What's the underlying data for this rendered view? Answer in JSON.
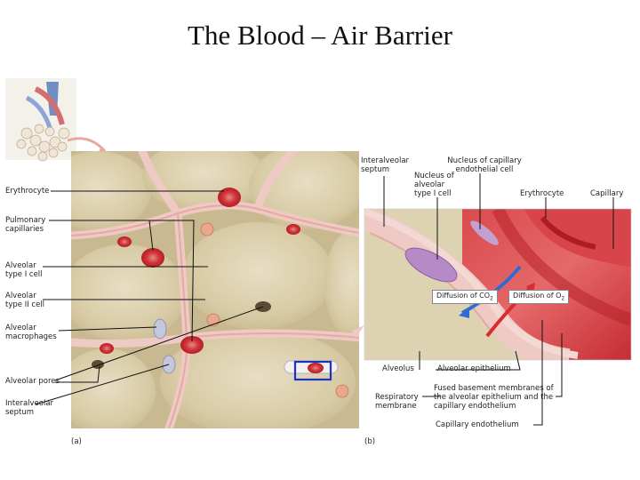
{
  "title": "The Blood – Air Barrier",
  "panel_a": {
    "label": "(a)",
    "labels": {
      "erythrocyte": "Erythrocyte",
      "pulmonary_capillaries": "Pulmonary capillaries",
      "type1": "Alveolar type I cell",
      "type2": "Alveolar type II cell",
      "macrophages": "Alveolar macrophages",
      "pores": "Alveolar pores",
      "septum": "Interalveolar septum"
    }
  },
  "panel_b": {
    "label": "(b)",
    "labels": {
      "interalveolar_septum": "Interalveolar septum",
      "nucleus_capillary": "Nucleus of capillary endothelial cell",
      "nucleus_alveolar": "Nucleus of alveolar type I cell",
      "erythrocyte": "Erythrocyte",
      "capillary": "Capillary",
      "diffusion_co2": "Diffusion of CO",
      "diffusion_o2": "Diffusion of O",
      "sub2": "2",
      "alveolus": "Alveolus",
      "alveolar_epithelium": "Alveolar epithelium",
      "respiratory_membrane": "Respiratory membrane",
      "fused_membranes": "Fused basement membranes of the alveolar epithelium and the capillary endothelium",
      "capillary_endothelium": "Capillary endothelium"
    }
  },
  "colors": {
    "alveolus_tan": "#ddd2b2",
    "septum_pink": "#efc9c3",
    "blood_red": "#cc2a2f",
    "nucleus_purple": "#b58ac6",
    "highlight_blue": "#1a32c8"
  }
}
